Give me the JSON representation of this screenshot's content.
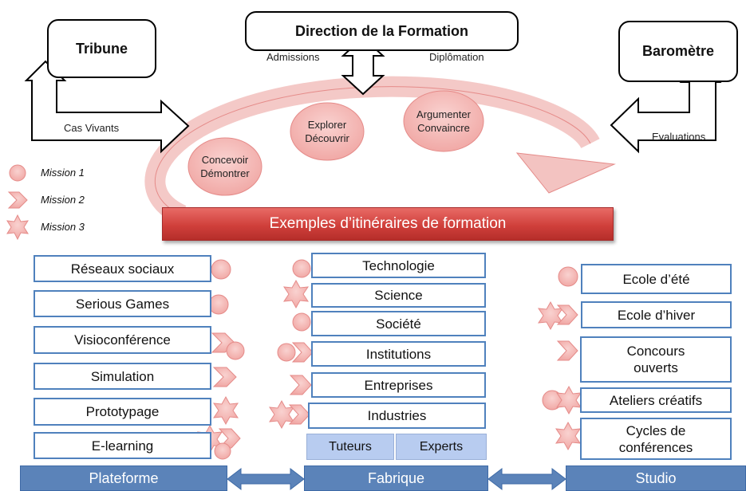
{
  "top": {
    "tribune": "Tribune",
    "direction": "Direction de la Formation",
    "barometre": "Baromètre",
    "admissions": "Admissions",
    "diplomation": "Diplômation",
    "cas_vivants": "Cas Vivants",
    "evaluations": "Evaluations"
  },
  "cycle": {
    "c1": [
      "Concevoir",
      "Démontrer"
    ],
    "c2": [
      "Explorer",
      "Découvrir"
    ],
    "c3": [
      "Argumenter",
      "Convaincre"
    ]
  },
  "legend": {
    "m1": "Mission 1",
    "m2": "Mission 2",
    "m3": "Mission 3"
  },
  "banner": "Exemples d’itinéraires de formation",
  "plateforme_items": [
    "Réseaux sociaux",
    "Serious Games",
    "Visioconférence",
    "Simulation",
    "Prototypage",
    "E-learning"
  ],
  "fabrique_items": [
    "Technologie",
    "Science",
    "Société",
    "Institutions",
    "Entreprises",
    "Industries"
  ],
  "fabrique_tabs": [
    "Tuteurs",
    "Experts"
  ],
  "studio_items": [
    [
      "Ecole d’été"
    ],
    [
      "Ecole d’hiver"
    ],
    [
      "Concours",
      "ouverts"
    ],
    [
      "Ateliers créatifs"
    ],
    [
      "Cycles de",
      "conférences"
    ]
  ],
  "bottom": {
    "plateforme": "Plateforme",
    "fabrique": "Fabrique",
    "studio": "Studio"
  },
  "colors": {
    "pink_fill": "#f4b6b4",
    "pink_stroke": "#e58b89",
    "blue_border": "#4f81bd",
    "blue_band": "#5b83b9",
    "banner_red": "#d0403b"
  }
}
